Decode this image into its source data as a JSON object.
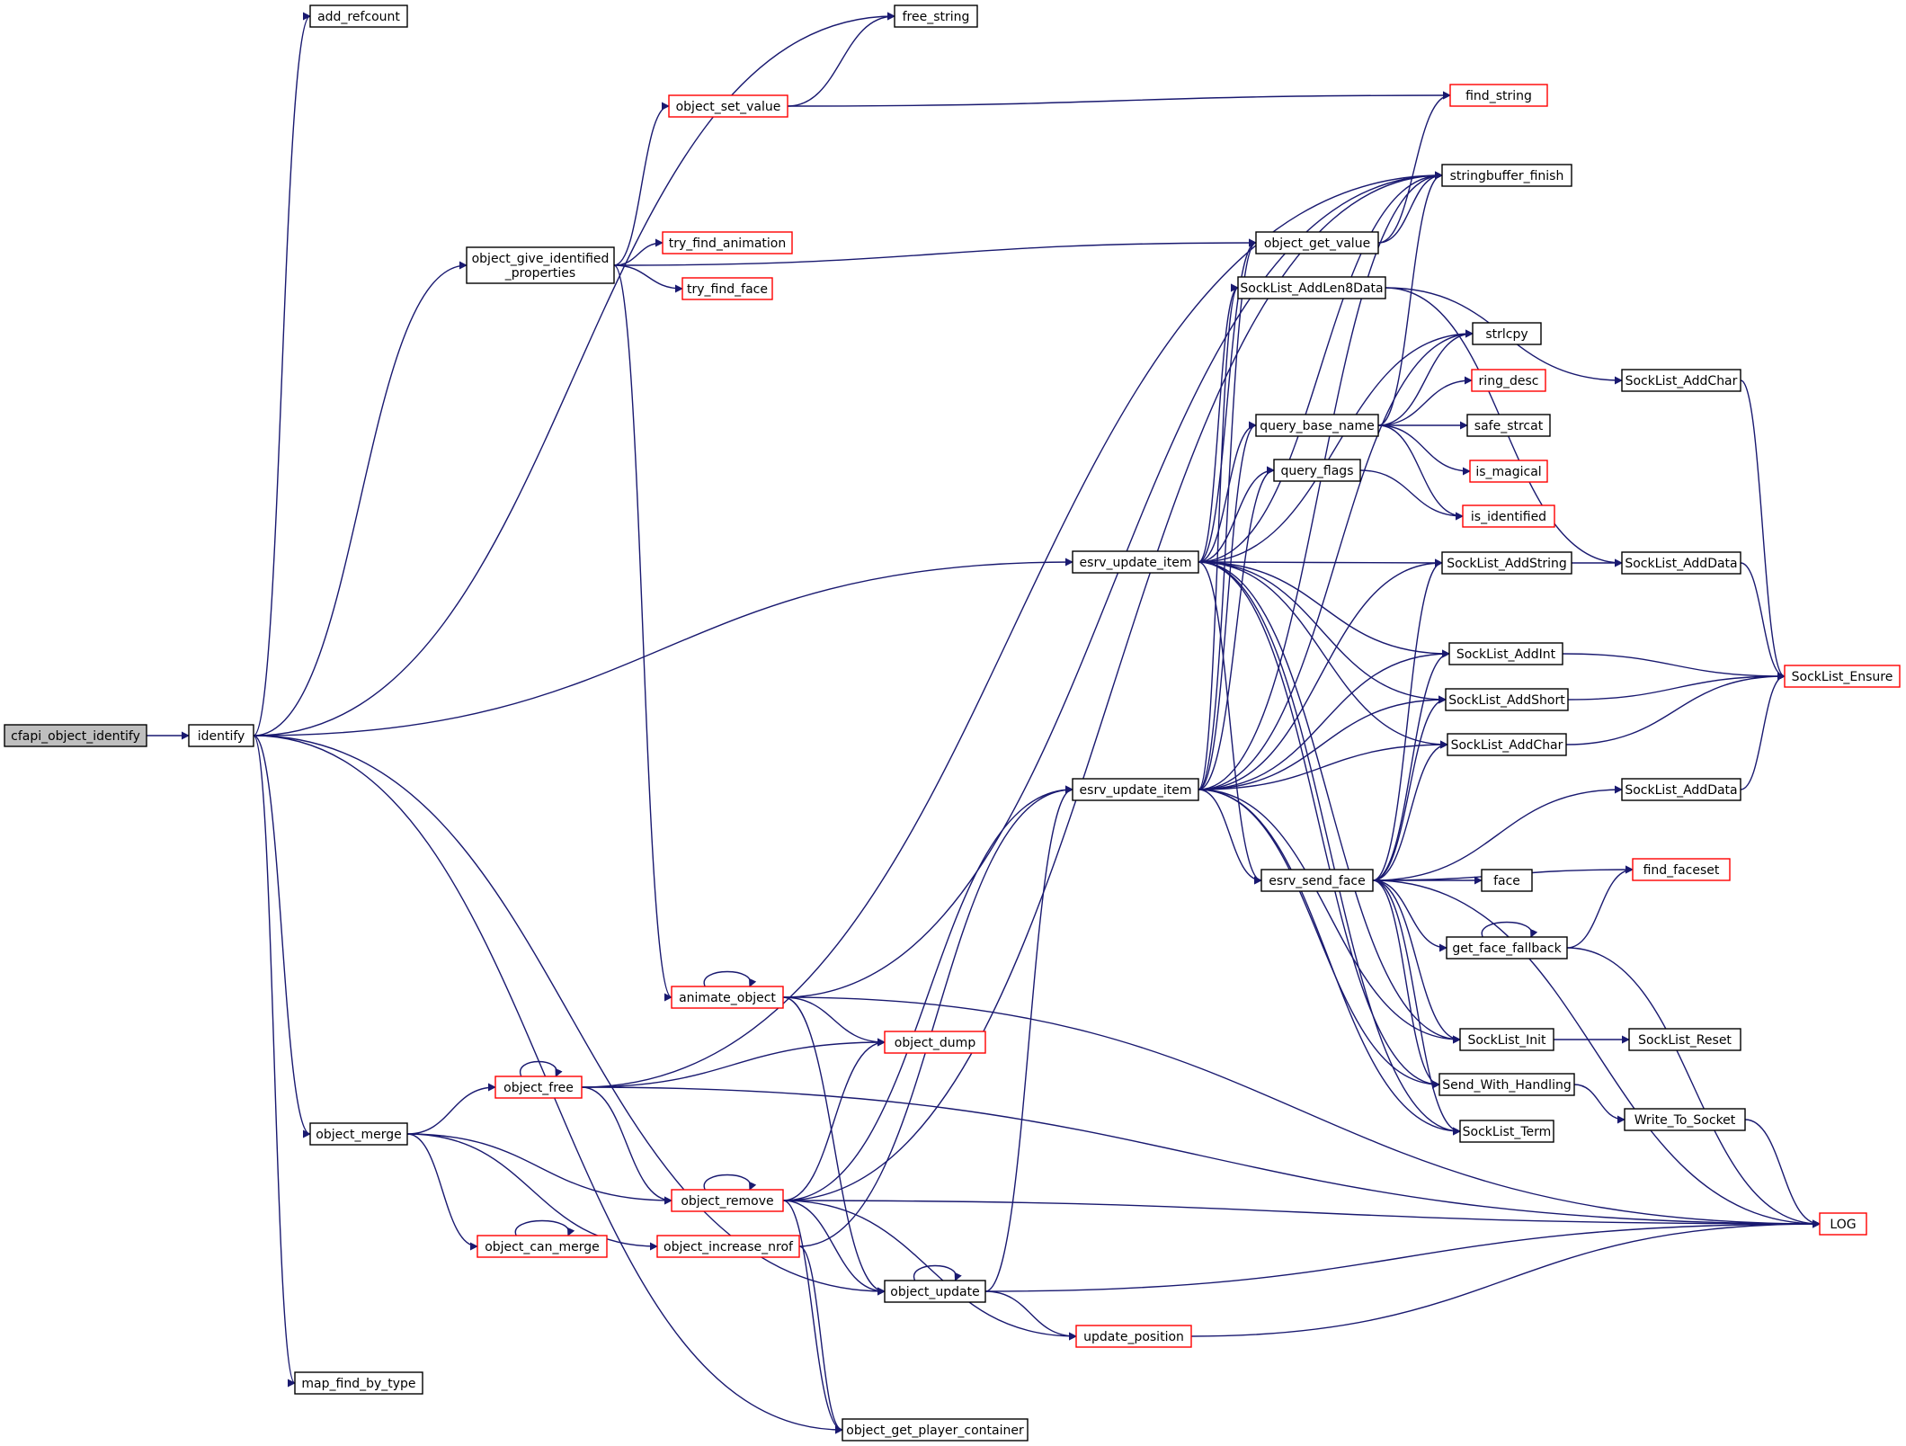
{
  "colors": {
    "edge": "#191970",
    "border_normal": "#000000",
    "border_truncated": "#ff0000",
    "fill_root": "#bfbfbf",
    "fill_node": "#ffffff"
  },
  "nodes": {
    "cfapi_object_identify": {
      "label": "cfapi_object_identify",
      "kind": "root"
    },
    "identify": {
      "label": "identify",
      "kind": "normal"
    },
    "add_refcount": {
      "label": "add_refcount",
      "kind": "normal"
    },
    "free_string": {
      "label": "free_string",
      "kind": "normal"
    },
    "object_set_value": {
      "label": "object_set_value",
      "kind": "truncated"
    },
    "find_string": {
      "label": "find_string",
      "kind": "truncated"
    },
    "stringbuffer_finish": {
      "label": "stringbuffer_finish",
      "kind": "normal"
    },
    "object_give_identified_properties": {
      "label": "object_give_identified\n_properties",
      "kind": "normal"
    },
    "try_find_animation": {
      "label": "try_find_animation",
      "kind": "truncated"
    },
    "try_find_face": {
      "label": "try_find_face",
      "kind": "truncated"
    },
    "object_get_value": {
      "label": "object_get_value",
      "kind": "normal"
    },
    "SockList_AddLen8Data": {
      "label": "SockList_AddLen8Data",
      "kind": "normal"
    },
    "strlcpy": {
      "label": "strlcpy",
      "kind": "normal"
    },
    "ring_desc": {
      "label": "ring_desc",
      "kind": "truncated"
    },
    "query_base_name": {
      "label": "query_base_name",
      "kind": "normal"
    },
    "safe_strcat": {
      "label": "safe_strcat",
      "kind": "normal"
    },
    "is_magical": {
      "label": "is_magical",
      "kind": "truncated"
    },
    "query_flags": {
      "label": "query_flags",
      "kind": "normal"
    },
    "is_identified": {
      "label": "is_identified",
      "kind": "truncated"
    },
    "SockList_AddChar_a": {
      "label": "SockList_AddChar",
      "kind": "normal"
    },
    "esrv_update_item_a": {
      "label": "esrv_update_item",
      "kind": "normal"
    },
    "SockList_AddString": {
      "label": "SockList_AddString",
      "kind": "normal"
    },
    "SockList_AddData_a": {
      "label": "SockList_AddData",
      "kind": "normal"
    },
    "SockList_AddInt": {
      "label": "SockList_AddInt",
      "kind": "normal"
    },
    "SockList_Ensure": {
      "label": "SockList_Ensure",
      "kind": "truncated"
    },
    "SockList_AddShort": {
      "label": "SockList_AddShort",
      "kind": "normal"
    },
    "SockList_AddChar_b": {
      "label": "SockList_AddChar",
      "kind": "normal"
    },
    "esrv_update_item_b": {
      "label": "esrv_update_item",
      "kind": "normal"
    },
    "SockList_AddData_b": {
      "label": "SockList_AddData",
      "kind": "normal"
    },
    "esrv_send_face": {
      "label": "esrv_send_face",
      "kind": "normal"
    },
    "face": {
      "label": "face",
      "kind": "normal"
    },
    "find_faceset": {
      "label": "find_faceset",
      "kind": "truncated"
    },
    "get_face_fallback": {
      "label": "get_face_fallback",
      "kind": "normal"
    },
    "animate_object": {
      "label": "animate_object",
      "kind": "truncated"
    },
    "object_dump": {
      "label": "object_dump",
      "kind": "truncated"
    },
    "SockList_Init": {
      "label": "SockList_Init",
      "kind": "normal"
    },
    "SockList_Reset": {
      "label": "SockList_Reset",
      "kind": "normal"
    },
    "object_free": {
      "label": "object_free",
      "kind": "truncated"
    },
    "Send_With_Handling": {
      "label": "Send_With_Handling",
      "kind": "normal"
    },
    "Write_To_Socket": {
      "label": "Write_To_Socket",
      "kind": "normal"
    },
    "object_merge": {
      "label": "object_merge",
      "kind": "normal"
    },
    "SockList_Term": {
      "label": "SockList_Term",
      "kind": "normal"
    },
    "object_remove": {
      "label": "object_remove",
      "kind": "truncated"
    },
    "LOG": {
      "label": "LOG",
      "kind": "truncated"
    },
    "object_can_merge": {
      "label": "object_can_merge",
      "kind": "truncated"
    },
    "object_increase_nrof": {
      "label": "object_increase_nrof",
      "kind": "truncated"
    },
    "object_update": {
      "label": "object_update",
      "kind": "normal"
    },
    "update_position": {
      "label": "update_position",
      "kind": "truncated"
    },
    "map_find_by_type": {
      "label": "map_find_by_type",
      "kind": "normal"
    },
    "object_get_player_container": {
      "label": "object_get_player_container",
      "kind": "normal"
    }
  },
  "edges": [
    [
      "cfapi_object_identify",
      "identify"
    ],
    [
      "identify",
      "add_refcount"
    ],
    [
      "identify",
      "free_string"
    ],
    [
      "identify",
      "object_give_identified_properties"
    ],
    [
      "identify",
      "esrv_update_item_a"
    ],
    [
      "identify",
      "object_merge"
    ],
    [
      "identify",
      "object_update"
    ],
    [
      "identify",
      "map_find_by_type"
    ],
    [
      "identify",
      "object_get_player_container"
    ],
    [
      "object_set_value",
      "free_string"
    ],
    [
      "object_set_value",
      "find_string"
    ],
    [
      "object_give_identified_properties",
      "object_set_value"
    ],
    [
      "object_give_identified_properties",
      "try_find_animation"
    ],
    [
      "object_give_identified_properties",
      "try_find_face"
    ],
    [
      "object_give_identified_properties",
      "object_get_value"
    ],
    [
      "object_give_identified_properties",
      "animate_object"
    ],
    [
      "object_get_value",
      "find_string"
    ],
    [
      "object_get_value",
      "stringbuffer_finish"
    ],
    [
      "query_base_name",
      "stringbuffer_finish"
    ],
    [
      "query_base_name",
      "strlcpy"
    ],
    [
      "query_base_name",
      "ring_desc"
    ],
    [
      "query_base_name",
      "safe_strcat"
    ],
    [
      "query_base_name",
      "is_magical"
    ],
    [
      "query_base_name",
      "is_identified"
    ],
    [
      "query_flags",
      "is_identified"
    ],
    [
      "SockList_AddLen8Data",
      "SockList_AddChar_a"
    ],
    [
      "SockList_AddLen8Data",
      "SockList_AddData_a"
    ],
    [
      "SockList_AddChar_a",
      "SockList_Ensure"
    ],
    [
      "SockList_AddString",
      "SockList_AddData_a"
    ],
    [
      "SockList_AddData_a",
      "SockList_Ensure"
    ],
    [
      "SockList_AddInt",
      "SockList_Ensure"
    ],
    [
      "SockList_AddShort",
      "SockList_Ensure"
    ],
    [
      "SockList_AddChar_b",
      "SockList_Ensure"
    ],
    [
      "SockList_AddData_b",
      "SockList_Ensure"
    ],
    [
      "esrv_update_item_a",
      "stringbuffer_finish"
    ],
    [
      "esrv_update_item_a",
      "object_get_value"
    ],
    [
      "esrv_update_item_a",
      "SockList_AddLen8Data"
    ],
    [
      "esrv_update_item_a",
      "strlcpy"
    ],
    [
      "esrv_update_item_a",
      "query_base_name"
    ],
    [
      "esrv_update_item_a",
      "query_flags"
    ],
    [
      "esrv_update_item_a",
      "SockList_AddString"
    ],
    [
      "esrv_update_item_a",
      "SockList_AddInt"
    ],
    [
      "esrv_update_item_a",
      "SockList_AddShort"
    ],
    [
      "esrv_update_item_a",
      "SockList_AddChar_b"
    ],
    [
      "esrv_update_item_a",
      "esrv_send_face"
    ],
    [
      "esrv_update_item_a",
      "SockList_Init"
    ],
    [
      "esrv_update_item_a",
      "Send_With_Handling"
    ],
    [
      "esrv_update_item_a",
      "SockList_Term"
    ],
    [
      "esrv_update_item_b",
      "stringbuffer_finish"
    ],
    [
      "esrv_update_item_b",
      "object_get_value"
    ],
    [
      "esrv_update_item_b",
      "SockList_AddLen8Data"
    ],
    [
      "esrv_update_item_b",
      "strlcpy"
    ],
    [
      "esrv_update_item_b",
      "query_base_name"
    ],
    [
      "esrv_update_item_b",
      "query_flags"
    ],
    [
      "esrv_update_item_b",
      "SockList_AddString"
    ],
    [
      "esrv_update_item_b",
      "SockList_AddInt"
    ],
    [
      "esrv_update_item_b",
      "SockList_AddShort"
    ],
    [
      "esrv_update_item_b",
      "SockList_AddChar_b"
    ],
    [
      "esrv_update_item_b",
      "esrv_send_face"
    ],
    [
      "esrv_update_item_b",
      "SockList_Init"
    ],
    [
      "esrv_update_item_b",
      "Send_With_Handling"
    ],
    [
      "esrv_update_item_b",
      "SockList_Term"
    ],
    [
      "esrv_send_face",
      "SockList_AddString"
    ],
    [
      "esrv_send_face",
      "SockList_AddInt"
    ],
    [
      "esrv_send_face",
      "SockList_AddShort"
    ],
    [
      "esrv_send_face",
      "SockList_AddChar_b"
    ],
    [
      "esrv_send_face",
      "SockList_AddData_b"
    ],
    [
      "esrv_send_face",
      "face"
    ],
    [
      "esrv_send_face",
      "find_faceset"
    ],
    [
      "esrv_send_face",
      "get_face_fallback"
    ],
    [
      "esrv_send_face",
      "SockList_Init"
    ],
    [
      "esrv_send_face",
      "Send_With_Handling"
    ],
    [
      "esrv_send_face",
      "SockList_Term"
    ],
    [
      "esrv_send_face",
      "LOG"
    ],
    [
      "get_face_fallback",
      "get_face_fallback"
    ],
    [
      "get_face_fallback",
      "find_faceset"
    ],
    [
      "get_face_fallback",
      "LOG"
    ],
    [
      "SockList_Init",
      "SockList_Reset"
    ],
    [
      "Send_With_Handling",
      "Write_To_Socket"
    ],
    [
      "Write_To_Socket",
      "LOG"
    ],
    [
      "animate_object",
      "animate_object"
    ],
    [
      "animate_object",
      "stringbuffer_finish"
    ],
    [
      "animate_object",
      "object_dump"
    ],
    [
      "animate_object",
      "object_update"
    ],
    [
      "animate_object",
      "LOG"
    ],
    [
      "object_free",
      "object_free"
    ],
    [
      "object_free",
      "stringbuffer_finish"
    ],
    [
      "object_free",
      "object_dump"
    ],
    [
      "object_free",
      "object_remove"
    ],
    [
      "object_free",
      "LOG"
    ],
    [
      "object_merge",
      "object_free"
    ],
    [
      "object_merge",
      "object_remove"
    ],
    [
      "object_merge",
      "object_can_merge"
    ],
    [
      "object_merge",
      "object_increase_nrof"
    ],
    [
      "object_can_merge",
      "object_can_merge"
    ],
    [
      "object_remove",
      "object_remove"
    ],
    [
      "object_remove",
      "object_dump"
    ],
    [
      "object_remove",
      "stringbuffer_finish"
    ],
    [
      "object_remove",
      "esrv_update_item_b"
    ],
    [
      "object_remove",
      "object_update"
    ],
    [
      "object_remove",
      "update_position"
    ],
    [
      "object_remove",
      "object_get_player_container"
    ],
    [
      "object_remove",
      "LOG"
    ],
    [
      "object_increase_nrof",
      "esrv_update_item_b"
    ],
    [
      "object_increase_nrof",
      "object_get_player_container"
    ],
    [
      "object_update",
      "object_update"
    ],
    [
      "object_update",
      "esrv_update_item_b"
    ],
    [
      "object_update",
      "update_position"
    ],
    [
      "object_update",
      "LOG"
    ],
    [
      "update_position",
      "LOG"
    ]
  ]
}
